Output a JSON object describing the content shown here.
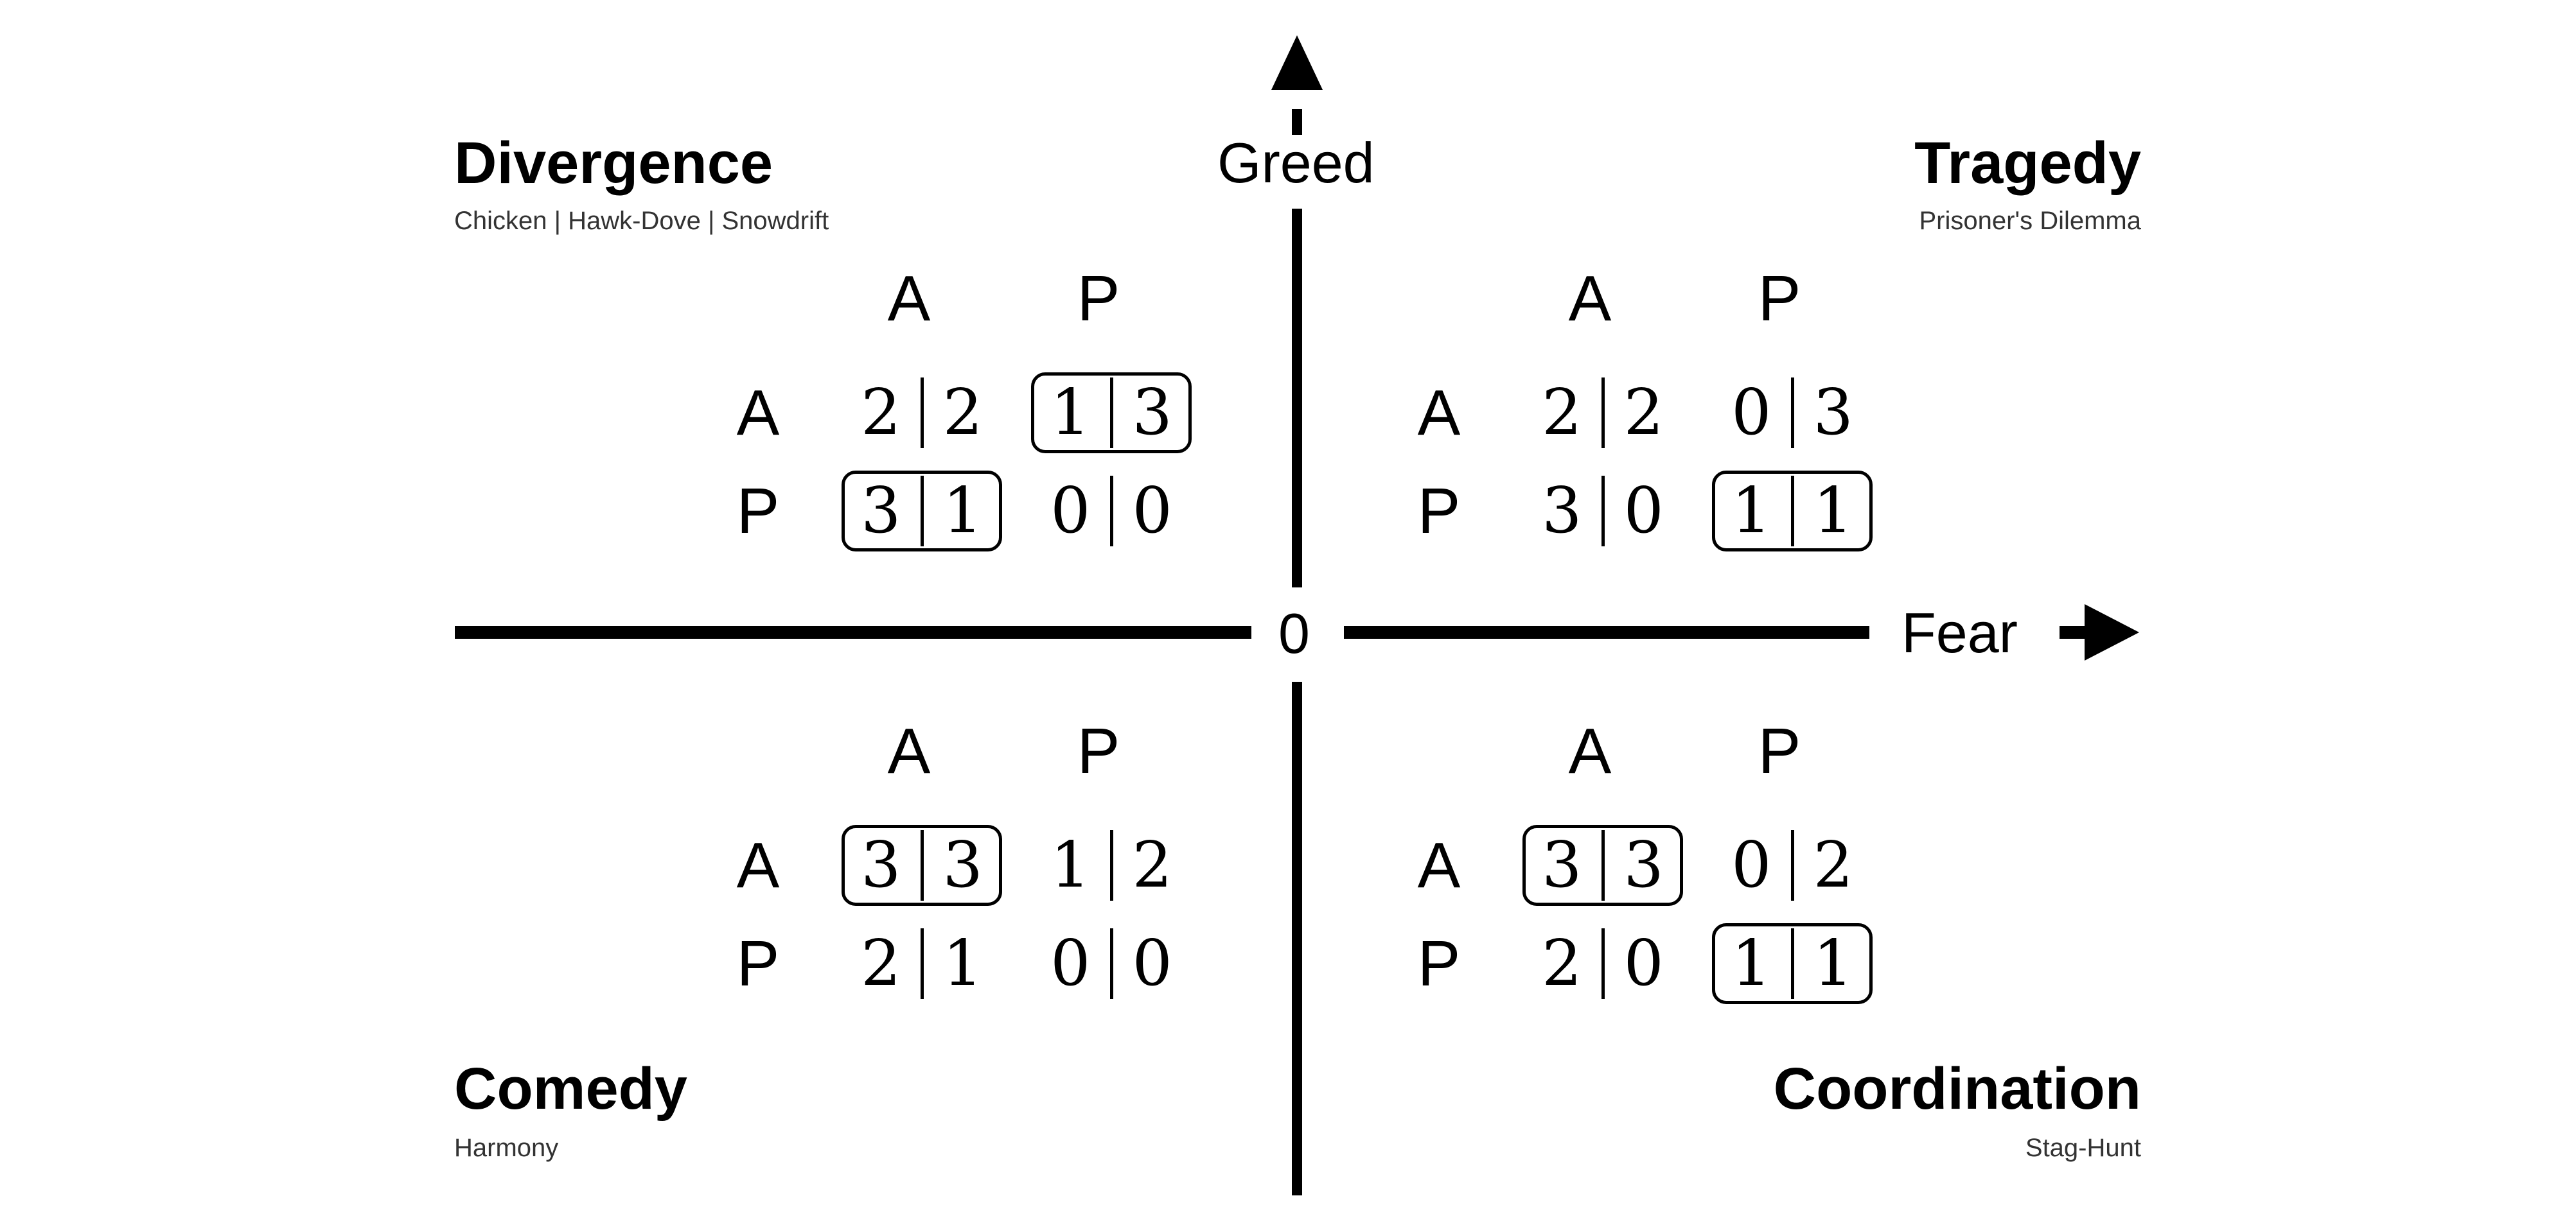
{
  "axes": {
    "vertical_label": "Greed",
    "horizontal_label": "Fear",
    "origin_label": "0"
  },
  "quadrants": {
    "top_left": {
      "title": "Divergence",
      "subtitle": "Chicken | Hawk-Dove | Snowdrift",
      "col_headers": [
        "A",
        "P"
      ],
      "row_headers": [
        "A",
        "P"
      ],
      "cells": [
        [
          {
            "a": "2",
            "b": "2",
            "highlighted": false
          },
          {
            "a": "1",
            "b": "3",
            "highlighted": true
          }
        ],
        [
          {
            "a": "3",
            "b": "1",
            "highlighted": true
          },
          {
            "a": "0",
            "b": "0",
            "highlighted": false
          }
        ]
      ]
    },
    "top_right": {
      "title": "Tragedy",
      "subtitle": "Prisoner's Dilemma",
      "col_headers": [
        "A",
        "P"
      ],
      "row_headers": [
        "A",
        "P"
      ],
      "cells": [
        [
          {
            "a": "2",
            "b": "2",
            "highlighted": false
          },
          {
            "a": "0",
            "b": "3",
            "highlighted": false
          }
        ],
        [
          {
            "a": "3",
            "b": "0",
            "highlighted": false
          },
          {
            "a": "1",
            "b": "1",
            "highlighted": true
          }
        ]
      ]
    },
    "bottom_left": {
      "title": "Comedy",
      "subtitle": "Harmony",
      "col_headers": [
        "A",
        "P"
      ],
      "row_headers": [
        "A",
        "P"
      ],
      "cells": [
        [
          {
            "a": "3",
            "b": "3",
            "highlighted": true
          },
          {
            "a": "1",
            "b": "2",
            "highlighted": false
          }
        ],
        [
          {
            "a": "2",
            "b": "1",
            "highlighted": false
          },
          {
            "a": "0",
            "b": "0",
            "highlighted": false
          }
        ]
      ]
    },
    "bottom_right": {
      "title": "Coordination",
      "subtitle": "Stag-Hunt",
      "col_headers": [
        "A",
        "P"
      ],
      "row_headers": [
        "A",
        "P"
      ],
      "cells": [
        [
          {
            "a": "3",
            "b": "3",
            "highlighted": true
          },
          {
            "a": "0",
            "b": "2",
            "highlighted": false
          }
        ],
        [
          {
            "a": "2",
            "b": "0",
            "highlighted": false
          },
          {
            "a": "1",
            "b": "1",
            "highlighted": true
          }
        ]
      ]
    }
  }
}
